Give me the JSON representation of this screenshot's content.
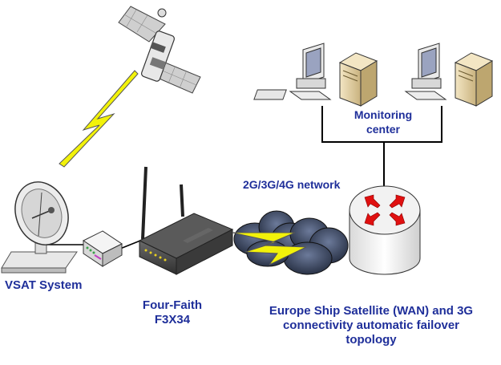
{
  "labels": {
    "vsat": "VSAT System",
    "router_line1": "Four-Faith",
    "router_line2": "F3X34",
    "network": "2G/3G/4G network",
    "monitoring_line1": "Monitoring",
    "monitoring_line2": "center",
    "caption_line1": "Europe Ship  Satellite (WAN) and 3G",
    "caption_line2": "connectivity automatic failover",
    "caption_line3": "topology"
  },
  "icons": {
    "satellite": "satellite-icon",
    "dish": "satellite-dish-icon",
    "modem": "modem-icon",
    "router": "cellular-router-icon",
    "cloud": "network-cloud-icon",
    "switch": "core-router-icon",
    "computer": "computer-icon",
    "server": "server-icon"
  },
  "colors": {
    "label_text": "#1f2f9a",
    "lightning": "#f2f20a",
    "router_body": "#4d4d4d",
    "switch_arrows": "#e01010",
    "server_body": "#ddc99c",
    "cloud": "#3a4a6a"
  }
}
